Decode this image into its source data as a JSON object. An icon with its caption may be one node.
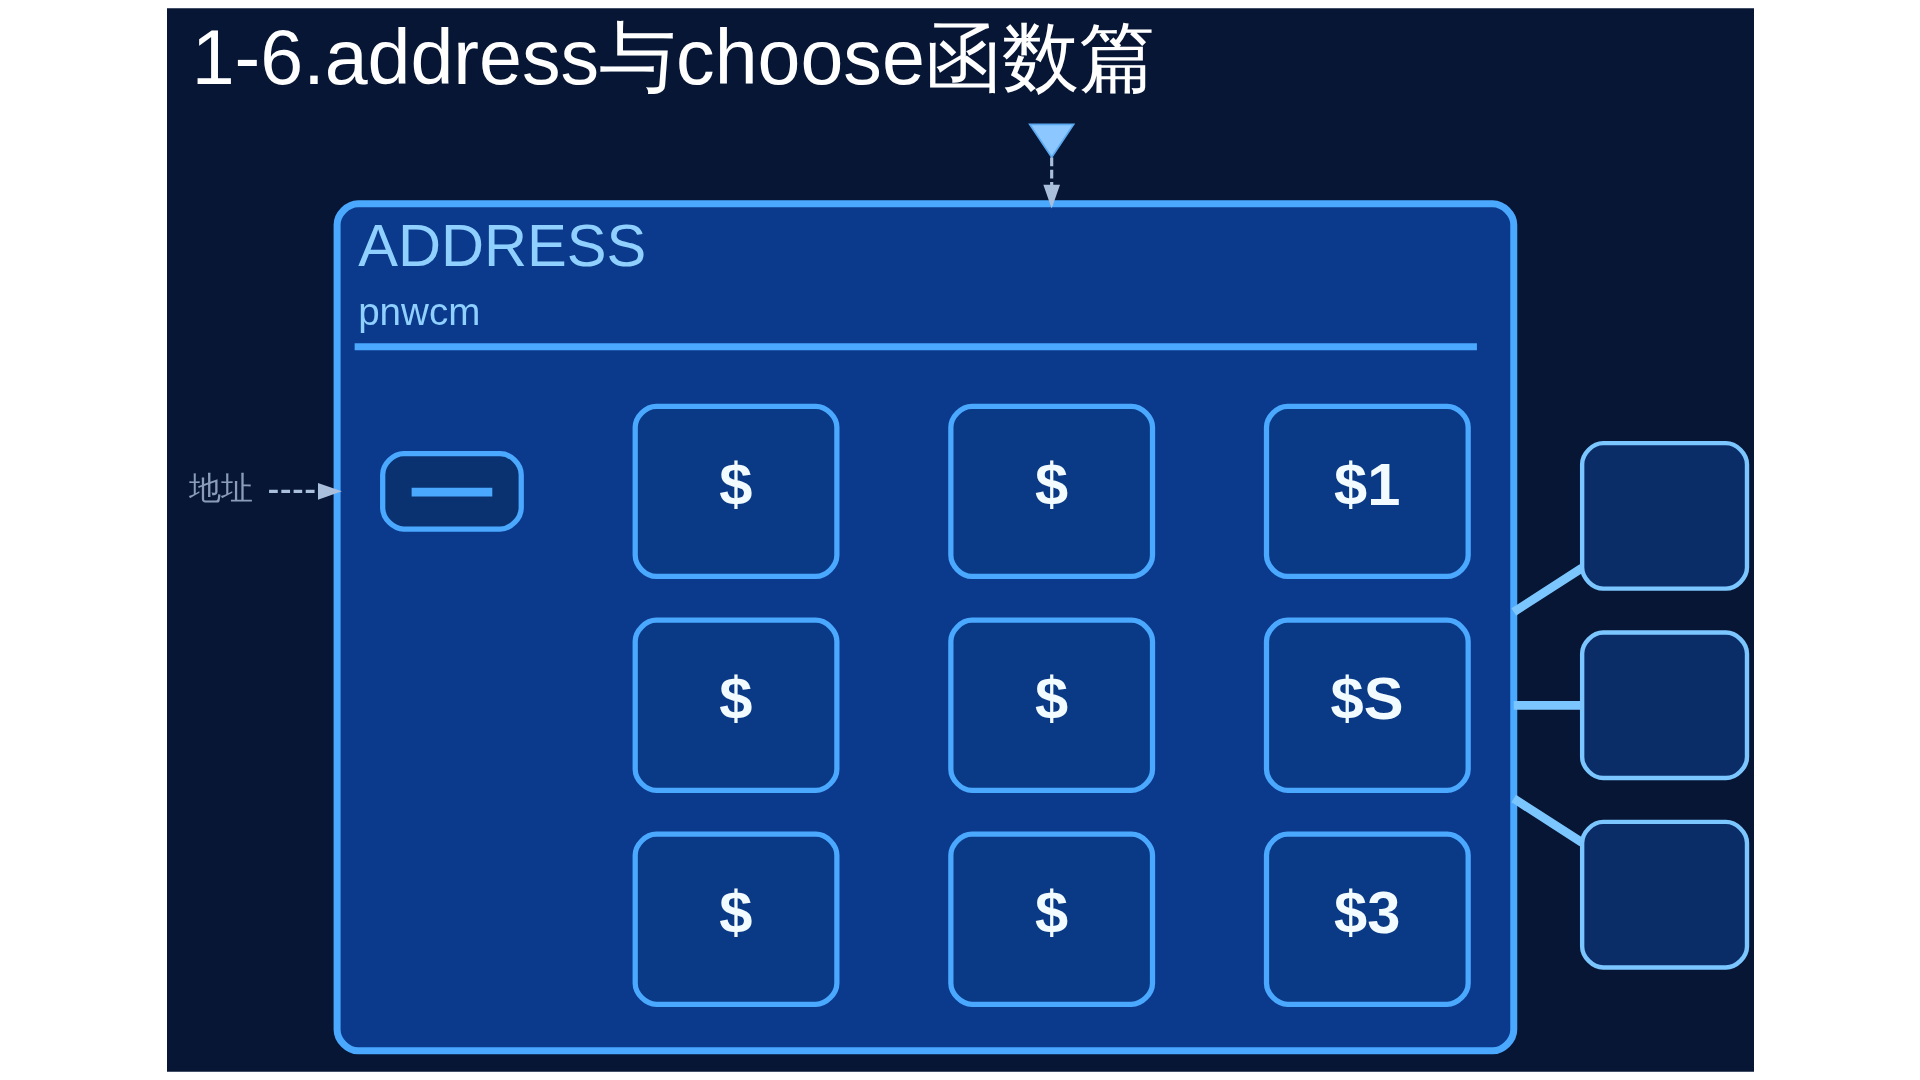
{
  "diagram": {
    "title": "1-6.address与choose函数篇",
    "nodes": [
      {
        "text": [
          "ADDRESS",
          "pnwcm"
        ]
      },
      {
        "text": [],
        "shape": "box",
        "in": 0
      },
      {
        "text": [
          "$"
        ],
        "in": 0
      },
      {
        "text": [
          "$"
        ],
        "in": 0
      },
      {
        "text": [
          "$1"
        ],
        "in": 0
      },
      {
        "text": [
          "$"
        ],
        "in": 0
      },
      {
        "text": [
          "$"
        ],
        "in": 0
      },
      {
        "text": [
          "$S"
        ],
        "in": 0
      },
      {
        "text": [
          "$"
        ],
        "in": 0
      },
      {
        "text": [
          "$"
        ],
        "in": 0
      },
      {
        "text": [
          "$3"
        ],
        "in": 0
      },
      {
        "text": [
          "地址"
        ]
      },
      {
        "text": [],
        "shape": "pin"
      },
      {
        "text": [],
        "shape": "box"
      },
      {
        "text": [],
        "shape": "box"
      },
      {
        "text": [],
        "shape": "box"
      }
    ],
    "edges": [
      {
        "from": 11,
        "to": 0,
        "arrow": "to",
        "style": "dashed",
        "color": "#a9bfdc"
      },
      {
        "from": 12,
        "to": 0,
        "arrow": "to",
        "style": "dashed",
        "color": "#a9bfdc"
      },
      {
        "from": 0,
        "to": 13,
        "arrow": "none"
      },
      {
        "from": 0,
        "to": 14,
        "arrow": "none"
      },
      {
        "from": 0,
        "to": 15,
        "arrow": "none"
      }
    ]
  }
}
